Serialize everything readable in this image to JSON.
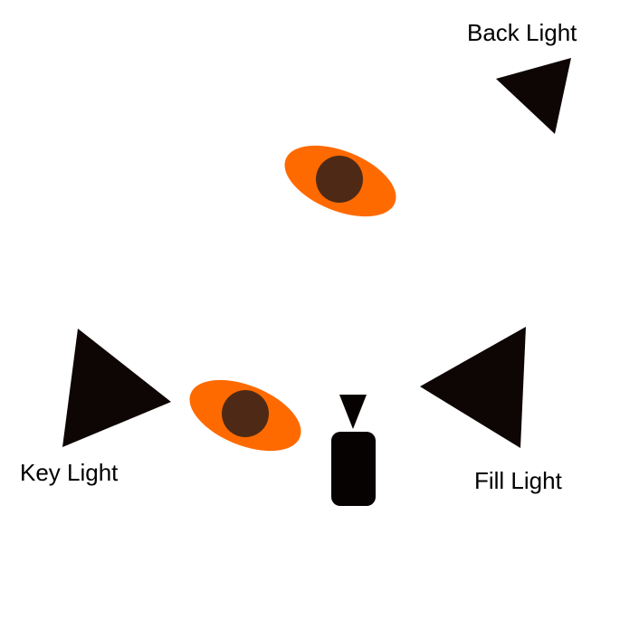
{
  "labels": {
    "back_light": "Back Light",
    "key_light": "Key Light",
    "fill_light": "Fill Light"
  },
  "colors": {
    "background": "#ffffff",
    "light_fixture": "#0e0604",
    "subject_outer": "#ff6a00",
    "subject_inner": "#4e2a16",
    "camera": "#060201",
    "label_text": "#000000"
  },
  "icons": {
    "light": "triangle",
    "subject": "orange-ellipse-with-dark-center",
    "camera": "rounded-rect-with-lens-triangle"
  }
}
